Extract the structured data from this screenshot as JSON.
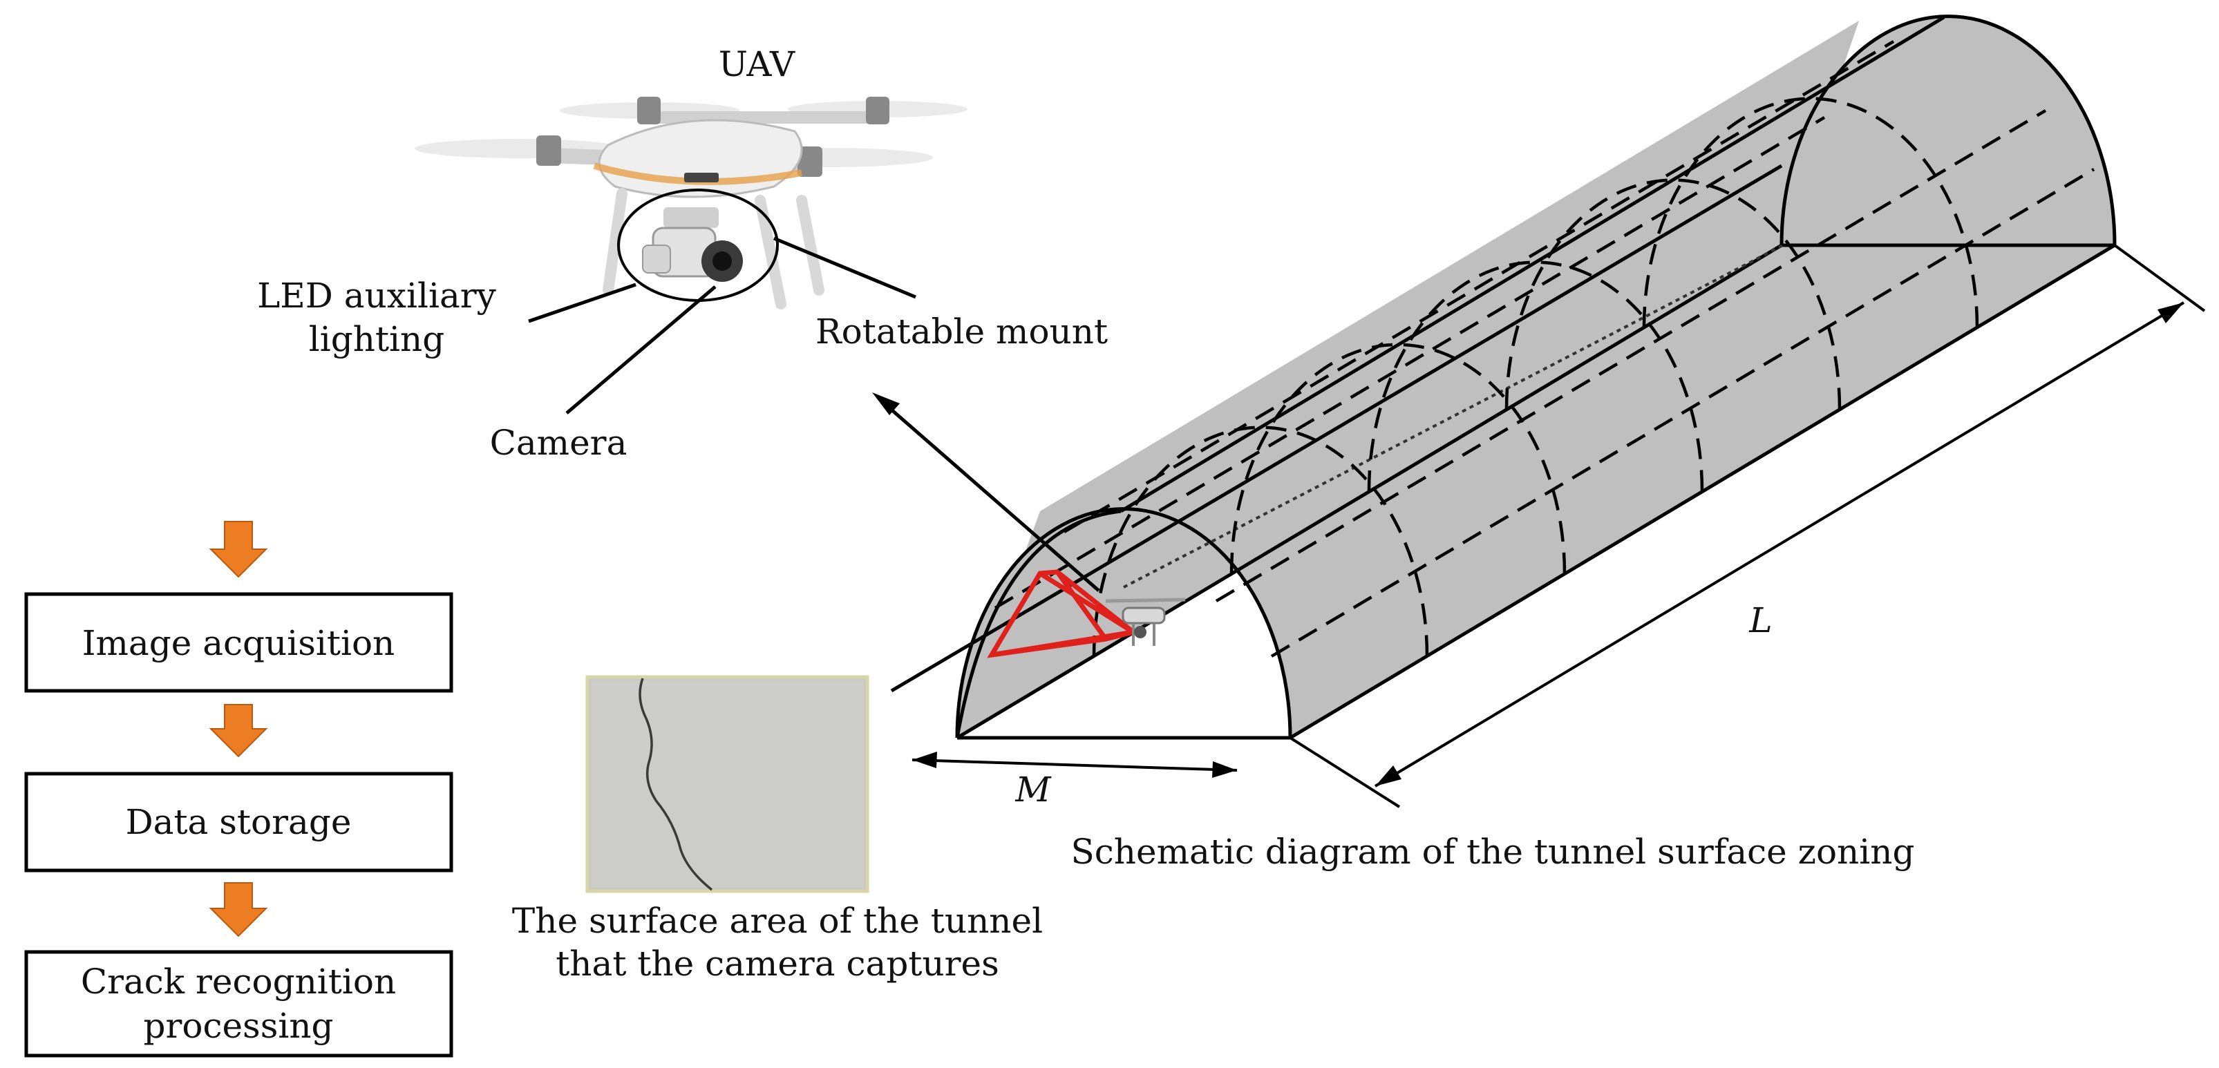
{
  "uav": {
    "title": "UAV",
    "led_label_line1": "LED auxiliary",
    "led_label_line2": "lighting",
    "mount_label": "Rotatable mount",
    "camera_label": "Camera"
  },
  "flow": {
    "steps": [
      "Image acquisition",
      "Data storage"
    ],
    "last_step_line1": "Crack recognition",
    "last_step_line2": "processing"
  },
  "photo_caption": {
    "line1": "The  surface area of the tunnel",
    "line2": "that the camera captures"
  },
  "tunnel": {
    "caption": "Schematic diagram of the tunnel surface zoning",
    "length_label": "L",
    "width_label": "M"
  },
  "colors": {
    "arrow_fill": "#ED7D22",
    "tunnel_fill": "#BFBFBF",
    "capture_outline": "#E0201A",
    "photo_bg": "#C9C8C4"
  }
}
